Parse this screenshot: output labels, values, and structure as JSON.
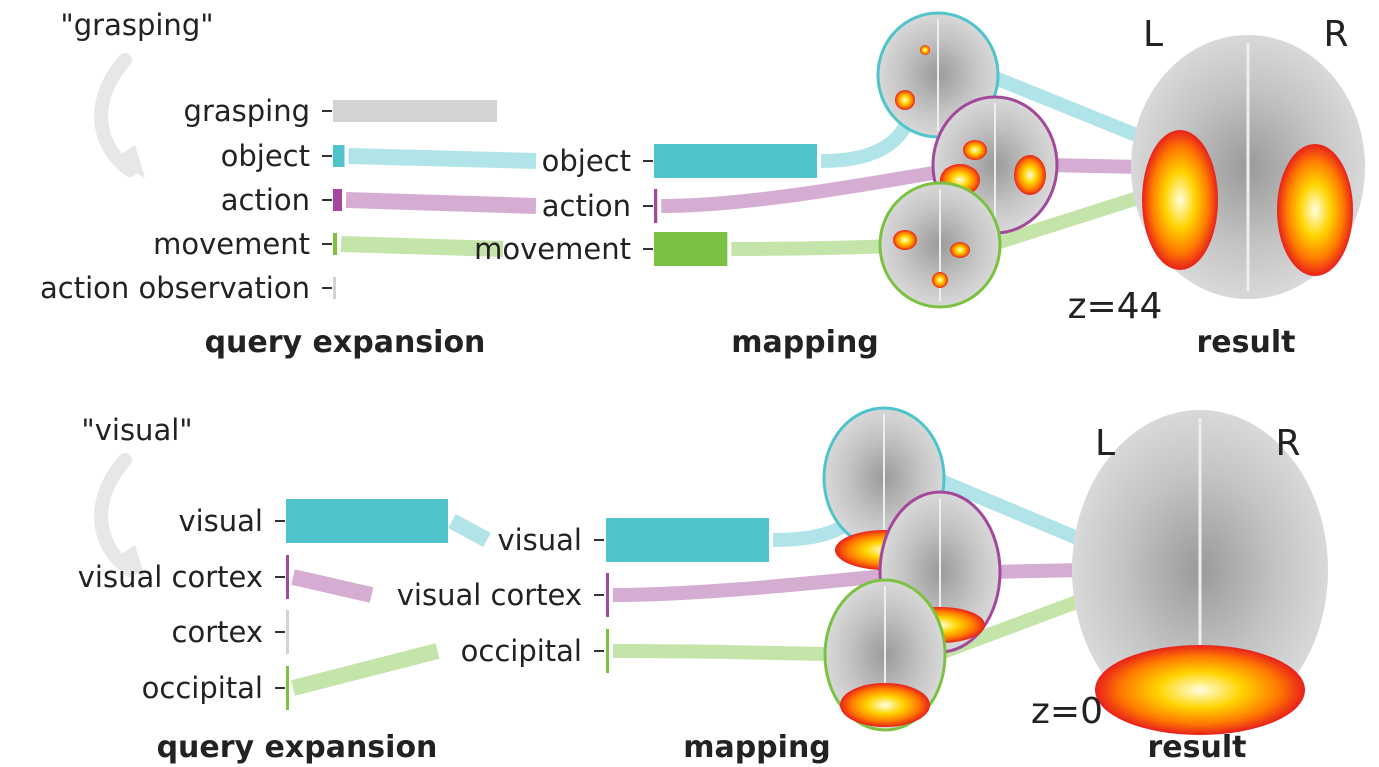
{
  "panels": [
    {
      "id": "grasping",
      "query": "\"grasping\"",
      "expansion_terms": [
        {
          "label": "grasping",
          "weight": 1.0,
          "color": "#d2d3d5"
        },
        {
          "label": "object",
          "weight": 0.07,
          "color": "#4fc4cc"
        },
        {
          "label": "action",
          "weight": 0.055,
          "color": "#a3489a"
        },
        {
          "label": "movement",
          "weight": 0.025,
          "color": "#7cc242"
        },
        {
          "label": "action observation",
          "weight": 0.012,
          "color": "#d2d3d5"
        }
      ],
      "mapping_terms": [
        {
          "label": "object",
          "weight": 1.0,
          "color": "#4fc4cc"
        },
        {
          "label": "action",
          "weight": 0.02,
          "color": "#a3489a"
        },
        {
          "label": "movement",
          "weight": 0.45,
          "color": "#7cc242"
        }
      ],
      "section_labels": {
        "expansion": "query expansion",
        "mapping": "mapping",
        "result": "result"
      },
      "orientation": {
        "left": "L",
        "right": "R"
      },
      "slice": "z=44"
    },
    {
      "id": "visual",
      "query": "\"visual\"",
      "expansion_terms": [
        {
          "label": "visual",
          "weight": 1.0,
          "color": "#4fc4cc"
        },
        {
          "label": "visual cortex",
          "weight": 0.012,
          "color": "#a3489a"
        },
        {
          "label": "cortex",
          "weight": 0.008,
          "color": "#d2d3d5"
        },
        {
          "label": "occipital",
          "weight": 0.008,
          "color": "#7cc242"
        }
      ],
      "mapping_terms": [
        {
          "label": "visual",
          "weight": 1.0,
          "color": "#4fc4cc"
        },
        {
          "label": "visual cortex",
          "weight": 0.008,
          "color": "#a3489a"
        },
        {
          "label": "occipital",
          "weight": 0.008,
          "color": "#7cc242"
        }
      ],
      "section_labels": {
        "expansion": "query expansion",
        "mapping": "mapping",
        "result": "result"
      },
      "orientation": {
        "left": "L",
        "right": "R"
      },
      "slice": "z=0"
    }
  ]
}
